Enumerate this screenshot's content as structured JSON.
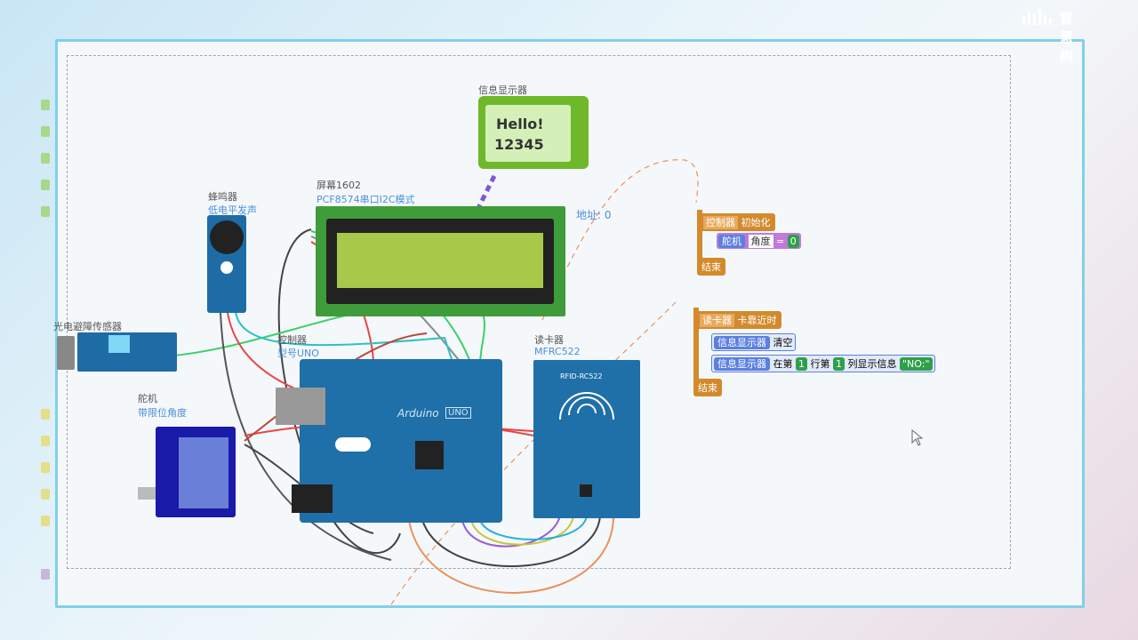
{
  "brand": "智慧树",
  "components": {
    "info_display": {
      "label": "信息显示器",
      "line1": "Hello!",
      "line2": "12345"
    },
    "screen": {
      "label": "屏幕1602",
      "sub": "PCF8574串口I2C模式",
      "addr": "地址: 0"
    },
    "buzzer": {
      "label": "蜂鸣器",
      "sub": "低电平发声"
    },
    "ir_sensor": {
      "label": "光电避障传感器"
    },
    "controller": {
      "label": "控制器",
      "sub": "型号UNO",
      "board_text": "Arduino",
      "board_uno": "UNO"
    },
    "servo": {
      "label": "舵机",
      "sub": "带限位角度"
    },
    "reader": {
      "label": "读卡器",
      "sub": "MFRC522",
      "chip_text": "RFID-RC522"
    }
  },
  "blocks": {
    "init": {
      "controller": "控制器",
      "event": "初始化",
      "servo": "舵机",
      "angle": "角度",
      "eq": "=",
      "value": "0",
      "end": "结束"
    },
    "card": {
      "reader": "读卡器",
      "event": "卡靠近时",
      "display": "信息显示器",
      "clear": "清空",
      "display2": "信息显示器",
      "at": "在第",
      "row": "1",
      "row_word": "行第",
      "col": "1",
      "col_word": "列显示信息",
      "text": "\"NO:\"",
      "end": "结束"
    }
  },
  "colors": {
    "frame": "#7fd0ec",
    "block_event": "#d38a2c",
    "block_device": "#5b7fe0",
    "block_value": "#2fa04a",
    "board": "#1f6fa8"
  }
}
